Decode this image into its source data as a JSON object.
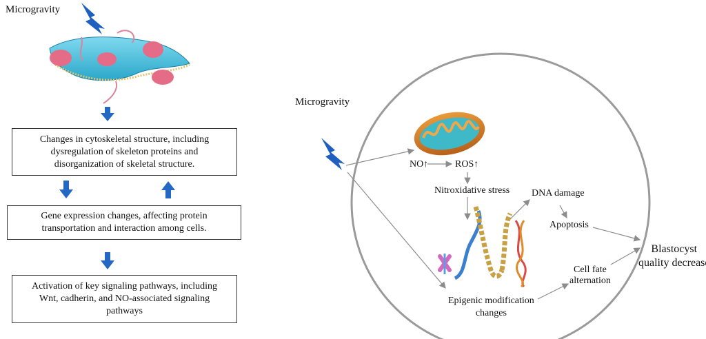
{
  "left": {
    "microgravity_label": "Microgravity",
    "box1": [
      "Changes in cytoskeletal structure, including",
      "dysregulation of skeleton proteins and",
      "disorganization of skeletal structure."
    ],
    "box2": [
      "Gene expression changes, affecting protein",
      "transportation and interaction among cells."
    ],
    "box3": [
      "Activation of key signaling pathways, including",
      "Wnt, cadherin, and NO-associated signaling",
      "pathways"
    ]
  },
  "right": {
    "microgravity_label": "Microgravity",
    "no": "NO↑",
    "ros": "ROS↑",
    "nitroxidative": "Nitroxidative stress",
    "dna_damage": "DNA damage",
    "apoptosis": "Apoptosis",
    "cell_fate": [
      "Cell fate",
      "alternation"
    ],
    "epigenic": [
      "Epigenic modification",
      "changes"
    ],
    "blastocyst": [
      "Blastocyst",
      "quality decrease"
    ]
  },
  "colors": {
    "arrow_blue": "#2468c4",
    "bolt_blue": "#1f5fbf",
    "circle_border": "#9a9a9a",
    "connector": "#8c8c8c"
  },
  "icons": [
    "lightning-bolt-icon",
    "cell-membrane-illustration",
    "mitochondrion-illustration",
    "chromosome-dna-illustration"
  ]
}
